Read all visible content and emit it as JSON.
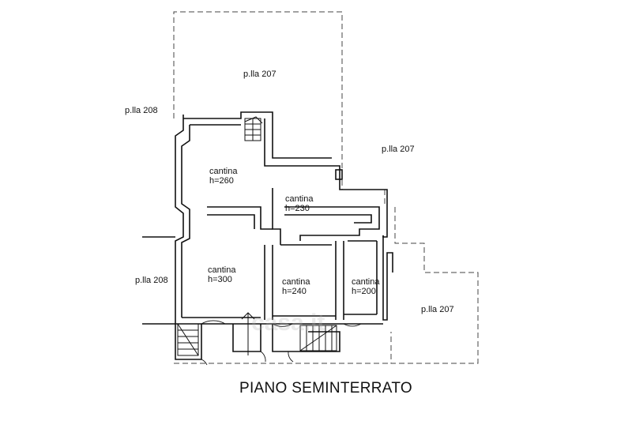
{
  "plan": {
    "title": "PIANO SEMINTERRATO",
    "parcels": {
      "top": "p.lla 207",
      "left_upper": "p.lla 208",
      "right_middle": "p.lla 207",
      "left_lower": "p.lla 208",
      "right_lower": "p.lla 207"
    },
    "rooms": [
      {
        "name": "cantina",
        "height": "h=260"
      },
      {
        "name": "cantina",
        "height": "h=230"
      },
      {
        "name": "cantina",
        "height": "h=300"
      },
      {
        "name": "cantina",
        "height": "h=240"
      },
      {
        "name": "cantina",
        "height": "h=200"
      }
    ],
    "watermark": "casa.it",
    "colors": {
      "line": "#111111",
      "dashed_boundary": "#333333",
      "background": "#ffffff"
    }
  }
}
